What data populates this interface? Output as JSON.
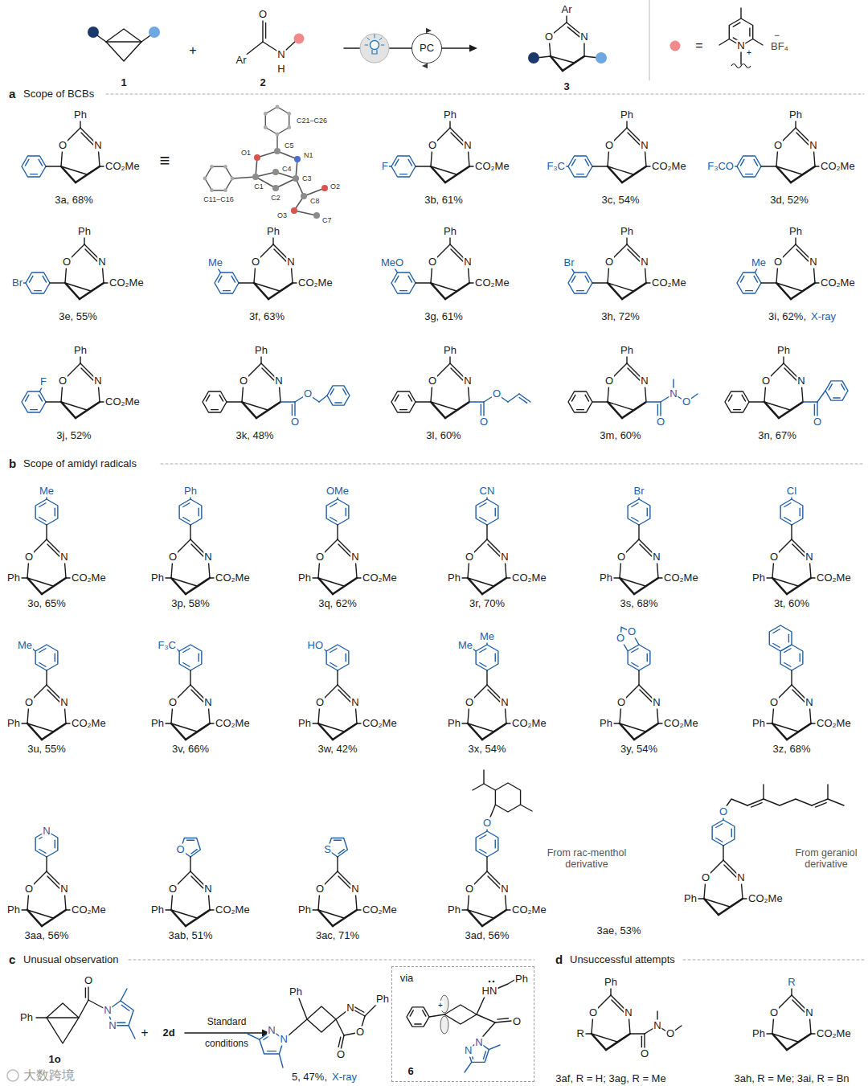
{
  "diagram": {
    "nodes": [
      {
        "text": [
          "PC"
        ]
      },
      {
        "text": [
          "via",
          "HN",
          "Ph",
          "+",
          "O",
          "N",
          "N",
          "6"
        ]
      }
    ],
    "labels": [
      "1",
      "+",
      "O",
      "Ar",
      "N",
      "H",
      "2",
      "Ar",
      "O",
      "N",
      "3",
      "=",
      "N",
      "+",
      "−",
      "BF₄",
      "a",
      "Scope of BCBs",
      "Ph",
      "O",
      "N",
      "CO₂Me",
      "3a, 68%",
      "≡",
      "C21–C26",
      "C5",
      "O1",
      "N1",
      "C4",
      "C1",
      "C3",
      "C2",
      "C11–C16",
      "C8",
      "O2",
      "O3",
      "C7",
      "Ph",
      "O",
      "N",
      "F",
      "CO₂Me",
      "3b, 61%",
      "Ph",
      "O",
      "N",
      "F₃C",
      "CO₂Me",
      "3c, 54%",
      "Ph",
      "O",
      "N",
      "F₃CO",
      "CO₂Me",
      "3d, 52%",
      "Ph",
      "O",
      "N",
      "Br",
      "CO₂Me",
      "3e, 55%",
      "Ph",
      "O",
      "N",
      "Me",
      "CO₂Me",
      "3f, 63%",
      "Ph",
      "O",
      "N",
      "MeO",
      "CO₂Me",
      "3g, 61%",
      "Ph",
      "O",
      "N",
      "Br",
      "CO₂Me",
      "3h, 72%",
      "Ph",
      "O",
      "N",
      "Me",
      "CO₂Me",
      "3i, 62%,",
      "X-ray",
      "Ph",
      "O",
      "N",
      "F",
      "CO₂Me",
      "3j, 52%",
      "Ph",
      "O",
      "N",
      "O",
      "O",
      "3k, 48%",
      "Ph",
      "O",
      "N",
      "O",
      "O",
      "3l, 60%",
      "Ph",
      "O",
      "N",
      "N",
      "O",
      "O",
      "3m, 60%",
      "Ph",
      "O",
      "N",
      "O",
      "3n, 67%",
      "b",
      "Scope of amidyl radicals",
      "Me",
      "O",
      "N",
      "Ph",
      "CO₂Me",
      "3o, 65%",
      "Ph",
      "O",
      "N",
      "Ph",
      "CO₂Me",
      "3p, 58%",
      "OMe",
      "O",
      "N",
      "Ph",
      "CO₂Me",
      "3q, 62%",
      "CN",
      "O",
      "N",
      "Ph",
      "CO₂Me",
      "3r, 70%",
      "Br",
      "O",
      "N",
      "Ph",
      "CO₂Me",
      "3s, 68%",
      "Cl",
      "O",
      "N",
      "Ph",
      "CO₂Me",
      "3t, 60%",
      "Me",
      "O",
      "N",
      "Ph",
      "CO₂Me",
      "3u, 55%",
      "F₃C",
      "O",
      "N",
      "Ph",
      "CO₂Me",
      "3v, 66%",
      "HO",
      "O",
      "N",
      "Ph",
      "CO₂Me",
      "3w, 42%",
      "Me",
      "Me",
      "O",
      "N",
      "Ph",
      "CO₂Me",
      "3x, 54%",
      "O",
      "O",
      "O",
      "N",
      "Ph",
      "CO₂Me",
      "3y, 54%",
      "O",
      "N",
      "Ph",
      "CO₂Me",
      "3z, 68%",
      "N",
      "O",
      "N",
      "Ph",
      "CO₂Me",
      "3aa, 56%",
      "O",
      "O",
      "N",
      "Ph",
      "CO₂Me",
      "3ab, 51%",
      "S",
      "O",
      "N",
      "Ph",
      "CO₂Me",
      "3ac, 71%",
      "O",
      "O",
      "N",
      "Ph",
      "CO₂Me",
      "3ad, 56%",
      "From rac-menthol derivative",
      "O",
      "O",
      "N",
      "Ph",
      "CO₂Me",
      "3ae, 53%",
      "From geraniol derivative",
      "c",
      "Unusual observation",
      "O",
      "Ph",
      "N",
      "N",
      "1o",
      "+",
      "2d",
      "Standard",
      "conditions",
      "Ph",
      "Ph",
      "N",
      "N",
      "N",
      "O",
      "O",
      "5, 47%,",
      "X-ray",
      "d",
      "Unsuccessful attempts",
      "Ph",
      "O",
      "N",
      "R",
      "N",
      "O",
      "O",
      "3af, R = H; 3ag, R = Me",
      "R",
      "O",
      "N",
      "Ph",
      "CO₂Me",
      "3ah, R = Me; 3ai, R = Bn",
      "大数跨境"
    ]
  }
}
